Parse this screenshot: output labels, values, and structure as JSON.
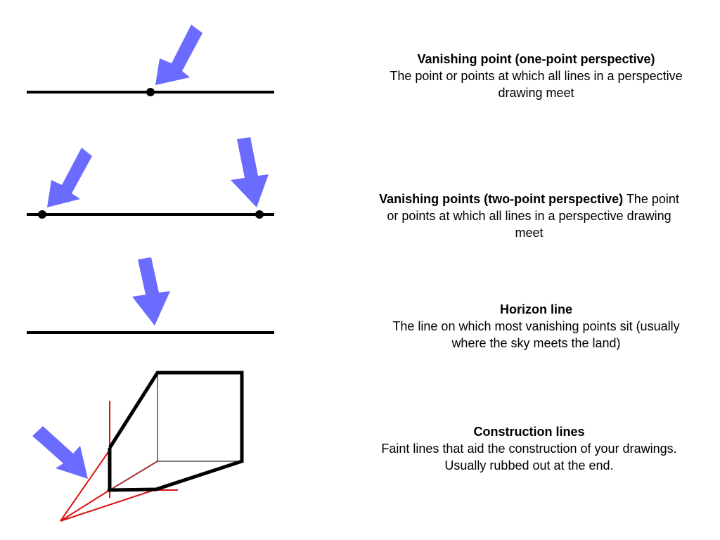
{
  "colors": {
    "arrow": "#6b6bff",
    "line": "#000000",
    "construction": "#dd1111",
    "background": "#ffffff"
  },
  "sections": {
    "one_point": {
      "term": "Vanishing point (one-point perspective)",
      "description": "The point or points at which all lines in a perspective drawing meet"
    },
    "two_point": {
      "term": "Vanishing points  (two-point perspective)",
      "description": " The point or points at which all lines in a perspective drawing meet"
    },
    "horizon": {
      "term": "Horizon line",
      "description": "The line on which most vanishing points sit (usually where the sky meets the land)"
    },
    "construction": {
      "term": "Construction lines",
      "description": "Faint lines that aid the construction of your drawings. Usually rubbed out at the end."
    }
  }
}
